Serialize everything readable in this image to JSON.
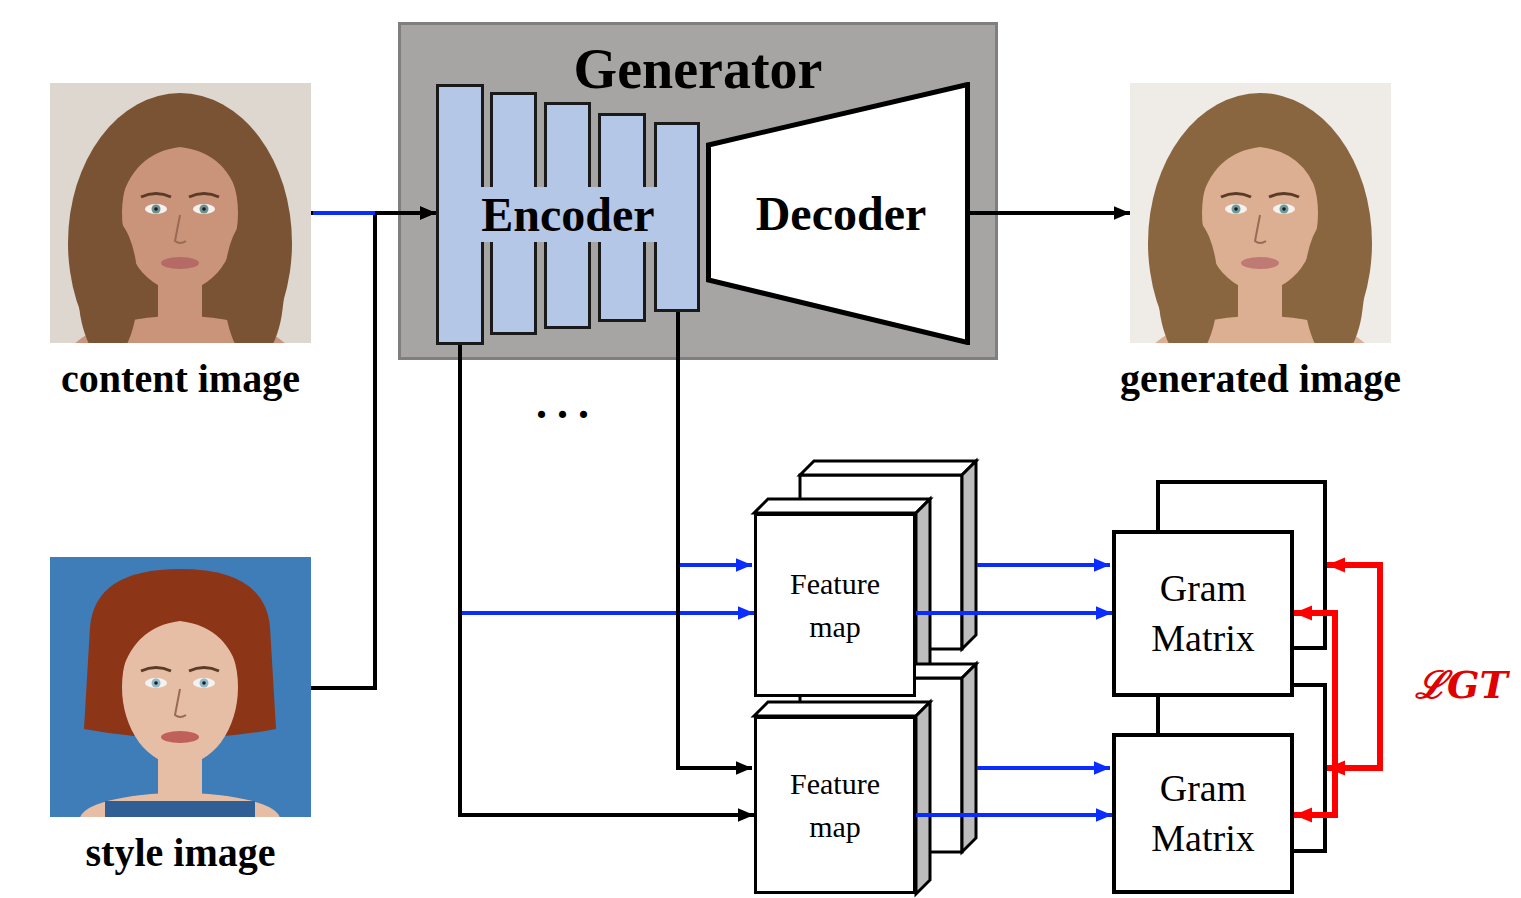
{
  "diagram": {
    "nodes": [
      {
        "text": [
          "content image"
        ]
      },
      {
        "text": [
          "style image"
        ]
      },
      {
        "text": [
          "Generator"
        ]
      },
      {
        "text": [
          "Encoder"
        ],
        "in": 2
      },
      {
        "text": [
          "Decoder"
        ],
        "in": 2
      },
      {
        "text": [
          "generated image"
        ]
      },
      {
        "text": [
          "Feature map"
        ]
      },
      {
        "text": [
          "Feature map"
        ]
      },
      {
        "text": [
          "Gram Matrix"
        ]
      },
      {
        "text": [
          "Gram Matrix"
        ]
      }
    ],
    "edges": [
      {
        "from": 0,
        "to": 3,
        "arrow": "to"
      },
      {
        "from": 1,
        "to": 3,
        "arrow": "to"
      },
      {
        "from": 4,
        "to": 5,
        "arrow": "to"
      },
      {
        "from": 3,
        "to": 6,
        "arrow": "to"
      },
      {
        "from": 3,
        "to": 7,
        "arrow": "to"
      },
      {
        "from": 6,
        "to": 8,
        "arrow": "to"
      },
      {
        "from": 7,
        "to": 9,
        "arrow": "to"
      },
      {
        "from": 8,
        "to": 9,
        "arrow": "both"
      }
    ],
    "labels": [
      "...",
      "ℒGT"
    ]
  }
}
